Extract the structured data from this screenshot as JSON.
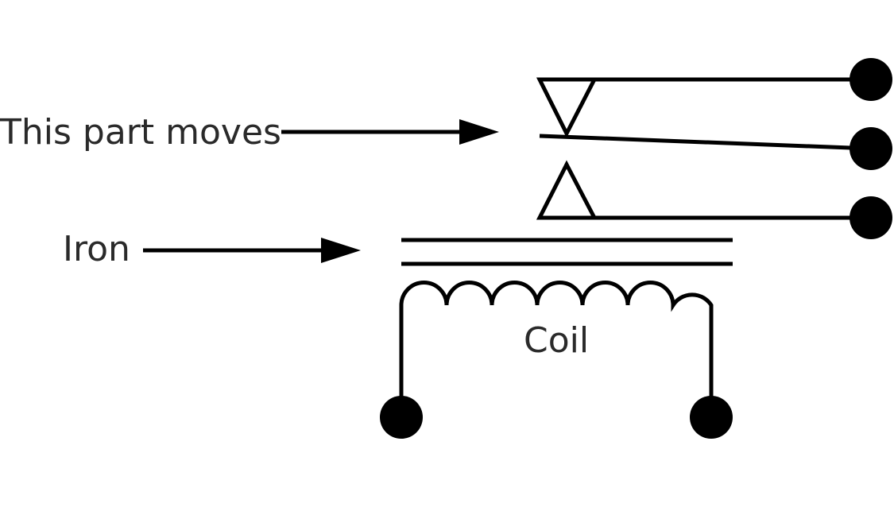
{
  "labels": {
    "moving_part": "This part moves",
    "iron": "Iron",
    "coil": "Coil"
  },
  "colors": {
    "line": "#000000",
    "text": "#2a2a2a",
    "background": "#ffffff"
  }
}
